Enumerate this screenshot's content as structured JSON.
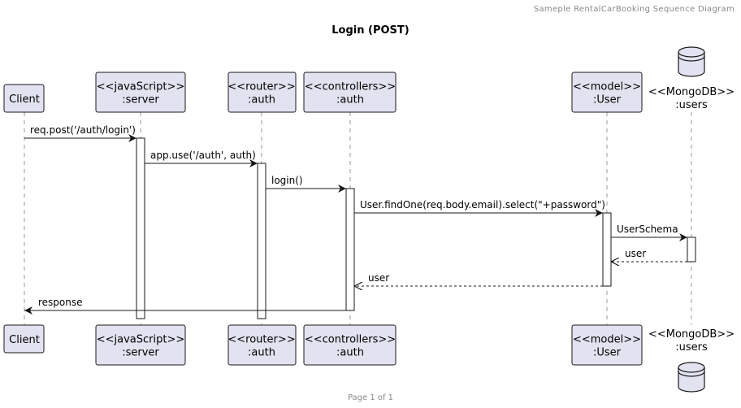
{
  "header": "Sameple RentalCarBooking Sequence Diagram",
  "title": "Login (POST)",
  "footer": "Page 1 of 1",
  "colors": {
    "participant_fill": "#e2e2f0",
    "participant_border": "#181818",
    "lifeline": "#999999"
  },
  "participants": [
    {
      "id": "client",
      "type": "participant",
      "lines": [
        "Client"
      ]
    },
    {
      "id": "server",
      "type": "participant",
      "lines": [
        "<<javaScript>>",
        ":server"
      ]
    },
    {
      "id": "router",
      "type": "participant",
      "lines": [
        "<<router>>",
        ":auth"
      ]
    },
    {
      "id": "controller",
      "type": "participant",
      "lines": [
        "<<controllers>>",
        ":auth"
      ]
    },
    {
      "id": "model",
      "type": "participant",
      "lines": [
        "<<model>>",
        ":User"
      ]
    },
    {
      "id": "db",
      "type": "database",
      "lines": [
        "<<MongoDB>>",
        ":users"
      ]
    }
  ],
  "messages": [
    {
      "from": "client",
      "to": "server",
      "label": "req.post('/auth/login')",
      "style": "solid"
    },
    {
      "from": "server",
      "to": "router",
      "label": "app.use('/auth', auth)",
      "style": "solid"
    },
    {
      "from": "router",
      "to": "controller",
      "label": "login()",
      "style": "solid"
    },
    {
      "from": "controller",
      "to": "model",
      "label": "User.findOne(req.body.email).select(\"+password\")",
      "style": "solid"
    },
    {
      "from": "model",
      "to": "db",
      "label": "UserSchema",
      "style": "solid"
    },
    {
      "from": "db",
      "to": "model",
      "label": "user",
      "style": "dashed"
    },
    {
      "from": "model",
      "to": "controller",
      "label": "user",
      "style": "dashed"
    },
    {
      "from": "controller",
      "to": "client",
      "label": "response",
      "style": "solid"
    }
  ]
}
